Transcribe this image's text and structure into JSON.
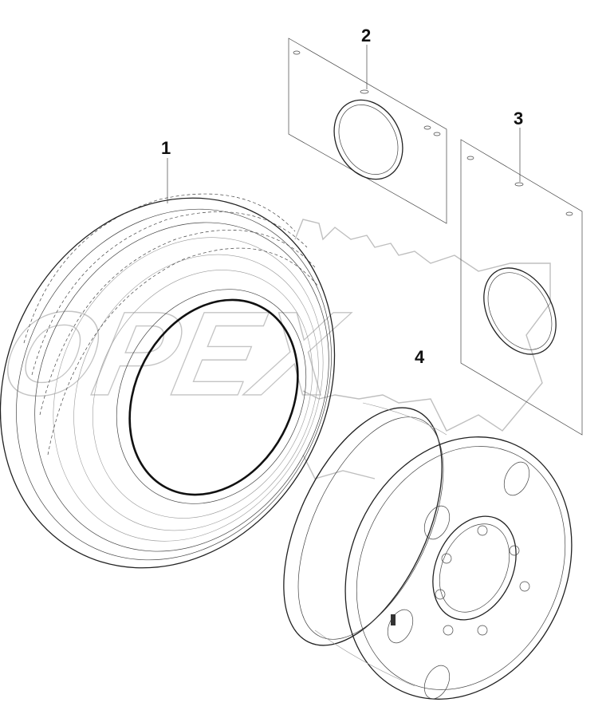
{
  "watermark": {
    "text": "OPEX"
  },
  "callouts": [
    {
      "id": "1",
      "label": "1"
    },
    {
      "id": "2",
      "label": "2"
    },
    {
      "id": "3",
      "label": "3"
    },
    {
      "id": "4",
      "label": "4"
    }
  ],
  "parts": [
    {
      "callout": "1",
      "name": "tire-icon"
    },
    {
      "callout": "2",
      "name": "flap-plate-icon"
    },
    {
      "callout": "3",
      "name": "flap-plate-icon"
    },
    {
      "callout": "4",
      "name": "wheel-rim-icon"
    }
  ]
}
